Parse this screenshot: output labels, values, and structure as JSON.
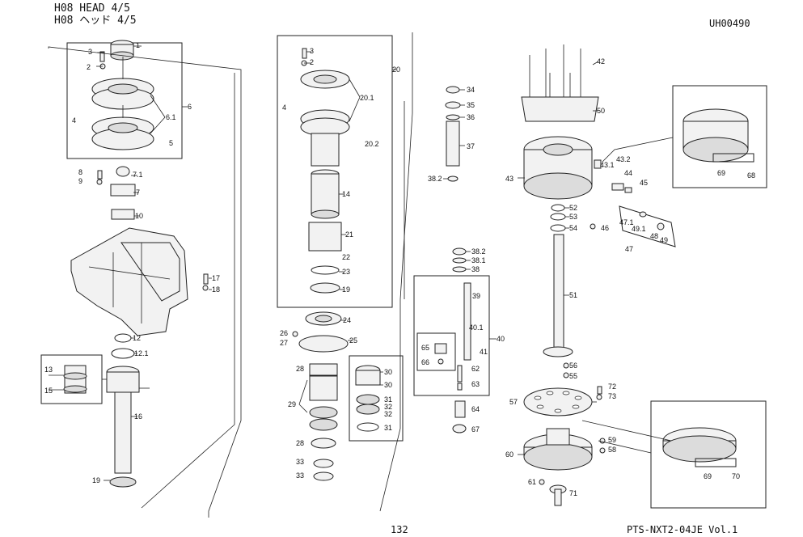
{
  "header": {
    "title_en": "H08 HEAD  4/5",
    "title_jp": "H08 ヘッド  4/5",
    "drawing_code": "UH00490"
  },
  "footer": {
    "page_number": "132",
    "doc_ref": "PTS-NXT2-04JE  Vol.1"
  },
  "callouts": [
    "1",
    "2",
    "3",
    "4",
    "6",
    "6.1",
    "5",
    "8",
    "9",
    "7.1",
    "7",
    "10",
    "17",
    "18",
    "12",
    "12.1",
    "13",
    "15",
    "16",
    "19",
    "20",
    "3",
    "2",
    "4",
    "20.1",
    "20.2",
    "14",
    "21",
    "22",
    "23",
    "19",
    "24",
    "26",
    "27",
    "25",
    "28",
    "30",
    "30",
    "29",
    "31",
    "32",
    "32",
    "31",
    "28",
    "33",
    "33",
    "34",
    "35",
    "36",
    "37",
    "38.2",
    "38.2",
    "38.1",
    "38",
    "39",
    "40.1",
    "40",
    "41",
    "65",
    "66",
    "62",
    "63",
    "64",
    "67",
    "42",
    "50",
    "43.2",
    "43.1",
    "43",
    "44",
    "45",
    "52",
    "53",
    "54",
    "46",
    "47.1",
    "49.1",
    "48",
    "49",
    "47",
    "51",
    "56",
    "55",
    "72",
    "73",
    "57",
    "59",
    "58",
    "60",
    "61",
    "71",
    "69",
    "68",
    "69",
    "70"
  ]
}
